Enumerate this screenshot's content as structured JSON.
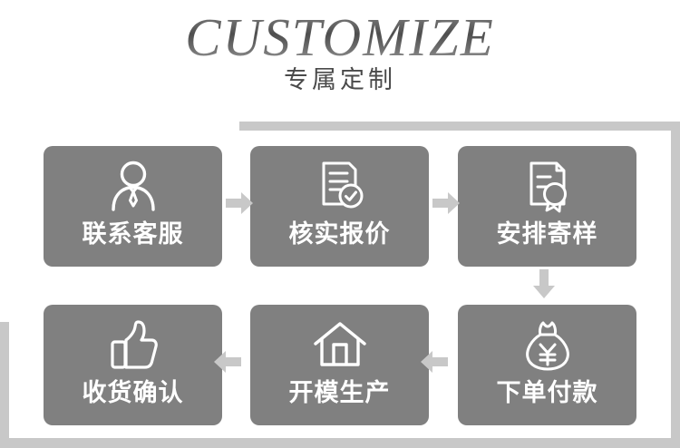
{
  "header": {
    "title_en": "CUSTOMIZE",
    "title_cn": "专属定制"
  },
  "colors": {
    "box_fill": "#808080",
    "arrow_fill": "#c8c8c8",
    "frame": "#c8c8c8",
    "icon_stroke": "#ffffff",
    "title_cn": "#4a4a4a",
    "background": "#ffffff"
  },
  "flow": {
    "steps": [
      {
        "index": 1,
        "label": "联系客服",
        "icon": "customer-service-person-icon"
      },
      {
        "index": 2,
        "label": "核实报价",
        "icon": "document-check-icon"
      },
      {
        "index": 3,
        "label": "安排寄样",
        "icon": "document-award-seal-icon"
      },
      {
        "index": 4,
        "label": "下单付款",
        "icon": "money-bag-yuan-icon"
      },
      {
        "index": 5,
        "label": "开模生产",
        "icon": "factory-house-icon"
      },
      {
        "index": 6,
        "label": "收货确认",
        "icon": "thumbs-up-icon"
      }
    ],
    "connectors": [
      {
        "from": "联系客服",
        "to": "核实报价",
        "direction": "right"
      },
      {
        "from": "核实报价",
        "to": "安排寄样",
        "direction": "right"
      },
      {
        "from": "安排寄样",
        "to": "下单付款",
        "direction": "down"
      },
      {
        "from": "下单付款",
        "to": "开模生产",
        "direction": "left"
      },
      {
        "from": "开模生产",
        "to": "收货确认",
        "direction": "left"
      }
    ]
  }
}
